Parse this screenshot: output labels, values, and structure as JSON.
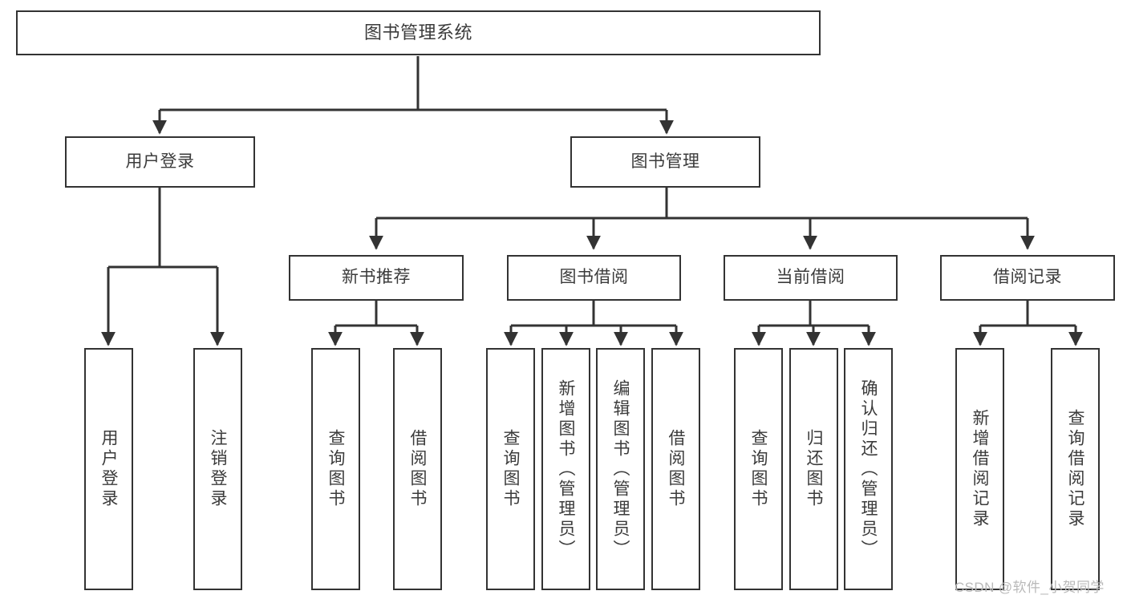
{
  "diagram": {
    "title": "图书管理系统",
    "style": {
      "box_border_color": "#333333",
      "box_fill_color": "#ffffff",
      "line_color": "#333333",
      "text_color": "#3b3b3b",
      "background": "#ffffff"
    },
    "levels": {
      "level1": [
        {
          "id": "root",
          "label": "图书管理系统"
        }
      ],
      "level2": [
        {
          "id": "user-login",
          "label": "用户登录"
        },
        {
          "id": "book-manage",
          "label": "图书管理"
        }
      ],
      "level3": [
        {
          "id": "new-book-recommend",
          "label": "新书推荐"
        },
        {
          "id": "book-borrow",
          "label": "图书借阅"
        },
        {
          "id": "current-borrow",
          "label": "当前借阅"
        },
        {
          "id": "borrow-record",
          "label": "借阅记录"
        }
      ],
      "level4": [
        {
          "id": "leaf-user-login",
          "label": "用户登录",
          "parent": "user-login"
        },
        {
          "id": "leaf-user-logout",
          "label": "注销登录",
          "parent": "user-login"
        },
        {
          "id": "leaf-query-book-1",
          "label": "查询图书",
          "parent": "new-book-recommend"
        },
        {
          "id": "leaf-borrow-book-1",
          "label": "借阅图书",
          "parent": "new-book-recommend"
        },
        {
          "id": "leaf-query-book-2",
          "label": "查询图书",
          "parent": "book-borrow"
        },
        {
          "id": "leaf-add-book",
          "label": "新增图书（管理员）",
          "parent": "book-borrow"
        },
        {
          "id": "leaf-edit-book",
          "label": "编辑图书（管理员）",
          "parent": "book-borrow"
        },
        {
          "id": "leaf-borrow-book-2",
          "label": "借阅图书",
          "parent": "book-borrow"
        },
        {
          "id": "leaf-query-book-3",
          "label": "查询图书",
          "parent": "current-borrow"
        },
        {
          "id": "leaf-return-book",
          "label": "归还图书",
          "parent": "current-borrow"
        },
        {
          "id": "leaf-confirm-return",
          "label": "确认归还（管理员）",
          "parent": "current-borrow"
        },
        {
          "id": "leaf-add-record",
          "label": "新增借阅记录",
          "parent": "borrow-record"
        },
        {
          "id": "leaf-query-record",
          "label": "查询借阅记录",
          "parent": "borrow-record"
        }
      ]
    }
  },
  "watermark": {
    "text": "CSDN @软件_小贺同学"
  }
}
